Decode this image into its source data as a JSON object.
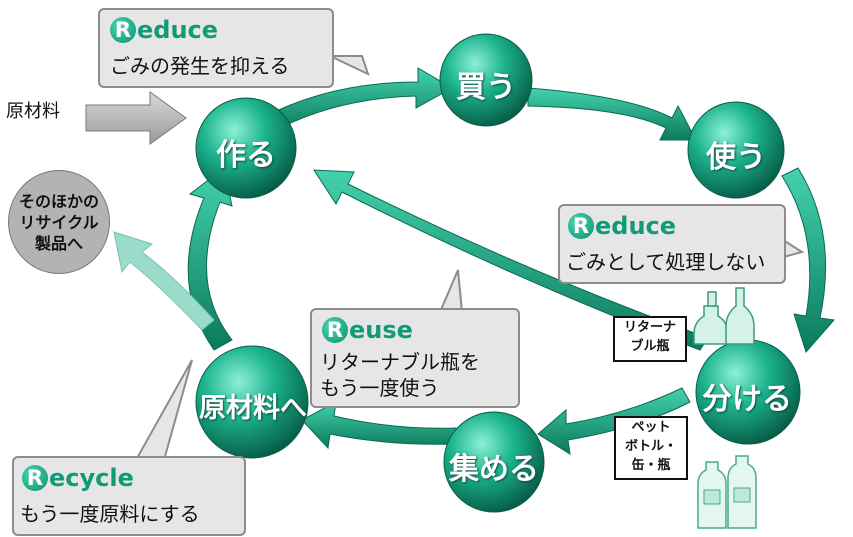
{
  "nodes": {
    "make": "作る",
    "buy": "買う",
    "use": "使う",
    "sort": "分ける",
    "collect": "集める",
    "material": "原材料へ"
  },
  "raw_material": "原材料",
  "other_recycle": [
    "そのほかの",
    "リサイクル",
    "製品へ"
  ],
  "callouts": {
    "reduce1": {
      "badge": "R",
      "word": "educe",
      "text": [
        "ごみの発生を抑える"
      ]
    },
    "reduce2": {
      "badge": "R",
      "word": "educe",
      "text": [
        "ごみとして処理しない"
      ]
    },
    "reuse": {
      "badge": "R",
      "word": "euse",
      "text": [
        "リターナブル瓶を",
        "もう一度使う"
      ]
    },
    "recycle": {
      "badge": "R",
      "word": "ecycle",
      "text": [
        "もう一度原料にする"
      ]
    }
  },
  "tags": {
    "returnable": [
      "リターナ",
      "ブル瓶"
    ],
    "pet": [
      "ペット",
      "ボトル・",
      "缶・瓶"
    ]
  },
  "colors": {
    "arrow": "#1aa883",
    "arrow_dark": "#0f7f63",
    "ball_light": "#63dfbf",
    "ball_dark": "#0a7e61",
    "accent": "#109a76"
  }
}
